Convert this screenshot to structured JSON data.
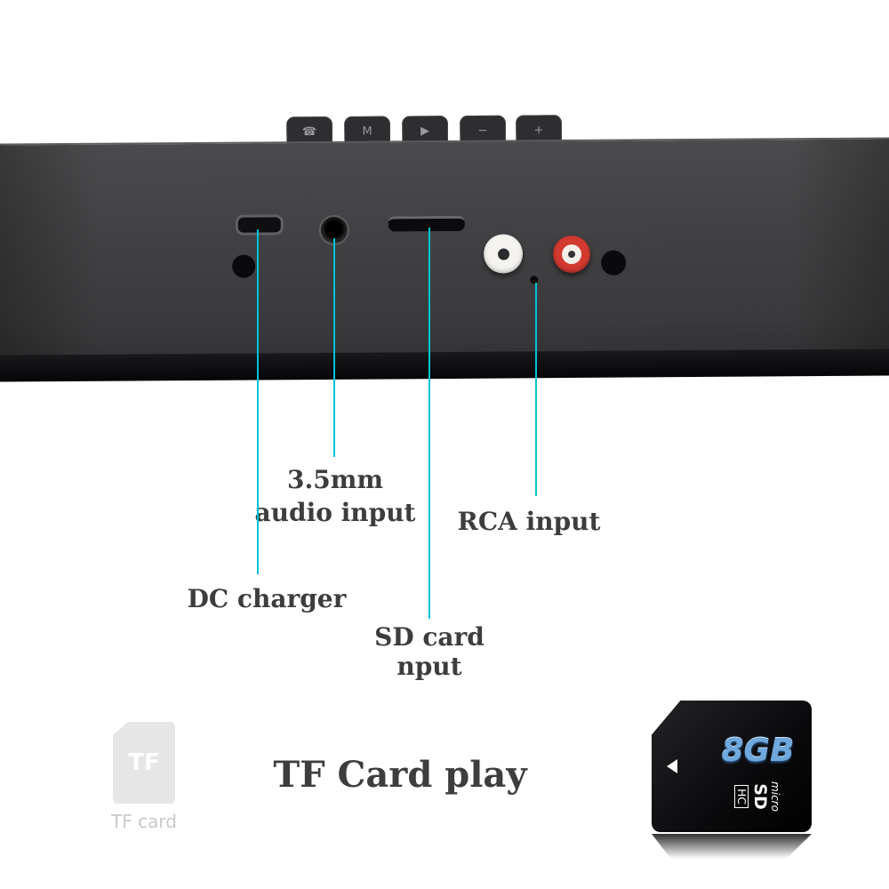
{
  "speaker": {
    "body_color": "#3e3e40",
    "base_strip_color": "#0b0b0d",
    "buttons": [
      {
        "name": "phone-button",
        "glyph": "☎"
      },
      {
        "name": "mode-button",
        "glyph": "M"
      },
      {
        "name": "play-button",
        "glyph": "▶"
      },
      {
        "name": "volume-down-button",
        "glyph": "−"
      },
      {
        "name": "volume-up-button",
        "glyph": "+"
      }
    ],
    "ports": [
      "micro-usb",
      "aux-3.5mm",
      "sd-card-slot",
      "rca-white",
      "rca-red"
    ]
  },
  "callouts": {
    "accent_color": "#00c4d8",
    "audio": {
      "line1": "3.5mm",
      "line2": "audio input"
    },
    "rca": {
      "label": "RCA input"
    },
    "dc": {
      "label": "DC charger"
    },
    "sd": {
      "line1": "SD card",
      "line2": "nput"
    }
  },
  "footer": {
    "headline": "TF Card play",
    "tf_icon_text": "TF",
    "tf_caption": "TF card",
    "microsd": {
      "capacity": "8GB",
      "capacity_color": "#6fa8dc",
      "logo_micro": "micro",
      "logo_sd": "SD",
      "logo_hc": "HC"
    }
  }
}
